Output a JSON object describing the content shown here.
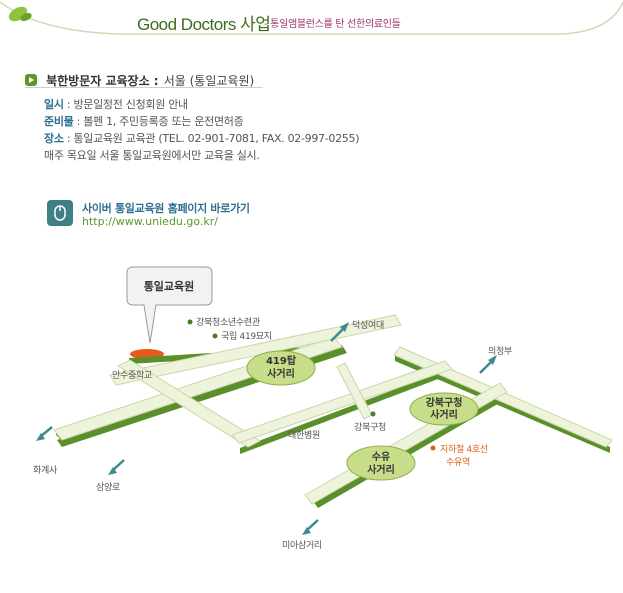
{
  "header": {
    "title_en": "Good Doctors",
    "title_kr": "사업",
    "tagline": "- 통일앰블런스를 탄 선한의료인들"
  },
  "section": {
    "label": "북한방문자 교육장소 :",
    "value": "서울 (통일교육원)"
  },
  "info": {
    "date_label": "일시",
    "date_value": ": 방문일정전 신청회원 안내",
    "prep_label": "준비물",
    "prep_value": ": 볼펜 1, 주민등록증 또는 운전면허증",
    "place_label": "장소",
    "place_value": ": 통일교육원 교육관 (TEL. 02-901-7081, FAX. 02-997-0255)",
    "note": "매주 목요일 서울 통일교육원에서만 교육을 실시."
  },
  "cyber": {
    "link_text": "사이버 통일교육원 홈페이지 바로가기",
    "url": "http://www.uniedu.go.kr/"
  },
  "map": {
    "callout": "통일교육원",
    "landmarks": {
      "youth_center": "강북청소년수련관",
      "cemetery": "국립 419묘지",
      "ansu_school": "안수중학교",
      "daehan_hospital": "대한병원",
      "gangbuk_district": "강북구청",
      "subway": "지하철 4호선",
      "suyu_station": "수유역"
    },
    "intersections": {
      "c419_line1": "419탑",
      "c419_line2": "사거리",
      "gangbuk_line1": "강북구청",
      "gangbuk_line2": "사거리",
      "suyu_line1": "수유",
      "suyu_line2": "사거리"
    },
    "directions": {
      "duksung": "덕성여대",
      "uijeongbu": "의정부",
      "hwagyesa": "화계사",
      "samyangro": "삼양로",
      "miasageori": "미아삼거리"
    },
    "colors": {
      "road_fill": "#eef3dc",
      "road_shadow": "#5b8f2a",
      "circle": "#c8dd8a",
      "arrow": "#3e8a8f",
      "marker": "#e85a1a"
    }
  }
}
